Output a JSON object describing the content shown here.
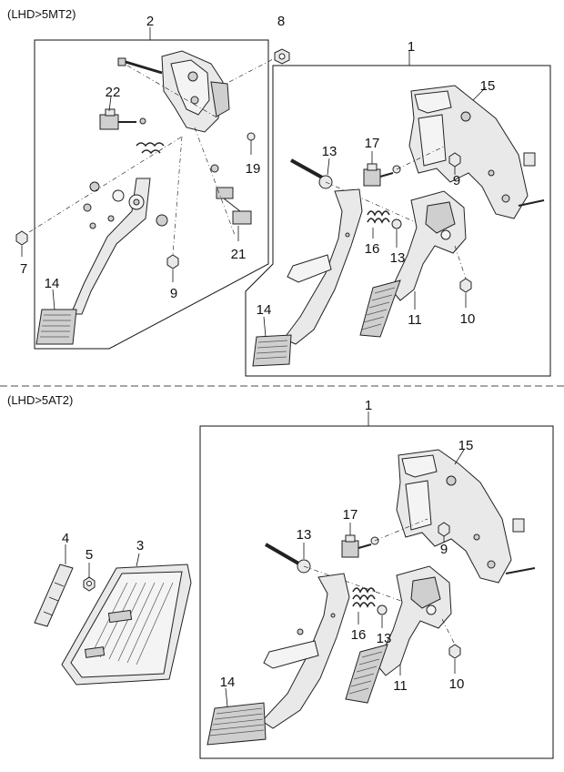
{
  "sections": {
    "mt": {
      "title": "(LHD>5MT2)"
    },
    "at": {
      "title": "(LHD>5AT2)"
    }
  },
  "callouts": {
    "mt": {
      "assembly_1": "1",
      "assembly_2": "2",
      "p8": "8",
      "p22": "22",
      "p19": "19",
      "p21": "21",
      "p7": "7",
      "p9_left": "9",
      "p14_left": "14",
      "p13_top": "13",
      "p17": "17",
      "p15": "15",
      "p9_right": "9",
      "p16": "16",
      "p13_mid": "13",
      "p14_right": "14",
      "p11": "11",
      "p10": "10"
    },
    "at": {
      "assembly_1": "1",
      "p4": "4",
      "p5": "5",
      "p3": "3",
      "p15": "15",
      "p17": "17",
      "p13_top": "13",
      "p9": "9",
      "p16": "16",
      "p13_mid": "13",
      "p14": "14",
      "p11": "11",
      "p10": "10"
    }
  }
}
